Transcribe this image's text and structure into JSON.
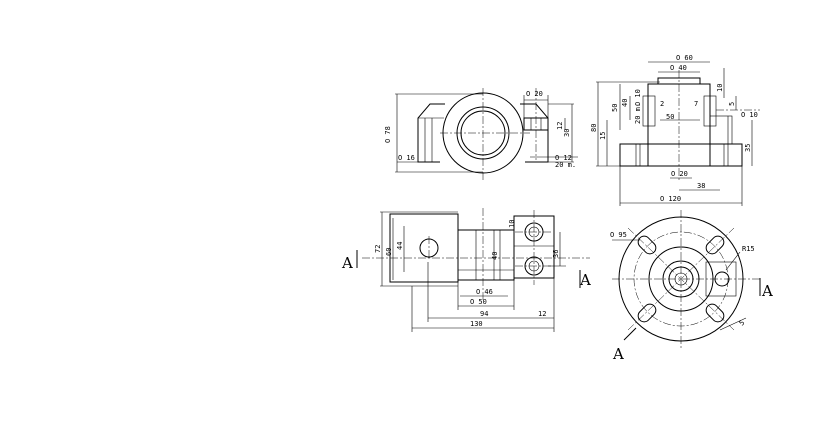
{
  "views": {
    "front": {
      "dims": {
        "d78": "O 78",
        "d16": "O 16",
        "d20": "O 20",
        "d12": "O 12",
        "v12": "12",
        "v30": "30",
        "n20m": "20 m."
      }
    },
    "side": {
      "dims": {
        "d60": "O 60",
        "d40": "O 40",
        "d10a": "O 10",
        "d10b": "O 10",
        "d20": "O 20",
        "v80": "80",
        "v50": "50",
        "v40": "40",
        "v15": "15",
        "v35": "35",
        "v10": "10",
        "v5": "5",
        "h50": "50",
        "h38": "38",
        "d120": "O 120",
        "n20m": "20 m.",
        "tiny2": "2",
        "tiny7": "7"
      }
    },
    "top": {
      "dims": {
        "v72": "72",
        "v60": "60",
        "v44": "44",
        "v40": "40",
        "v10": "10",
        "v36": "36",
        "d46": "O 46",
        "d50": "O 50",
        "h94": "94",
        "h130": "130",
        "h12": "12"
      },
      "section": {
        "left": "A",
        "right": "A"
      }
    },
    "bottom": {
      "dims": {
        "d95": "O 95",
        "r15": "R15",
        "v5": "5"
      },
      "section": {
        "right": "A",
        "bottom": "A"
      }
    }
  }
}
